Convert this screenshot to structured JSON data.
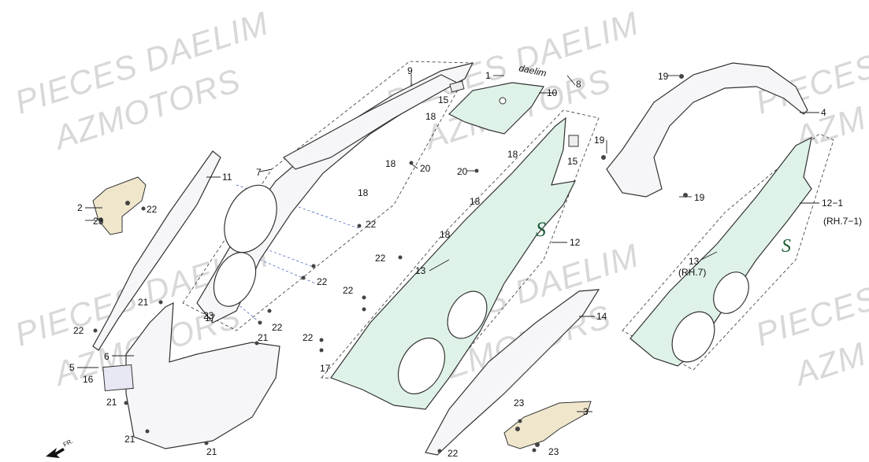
{
  "watermarks": [
    "PIECES DAELIM",
    "AZMOTORS",
    "PIECES DAELIM",
    "AZMOTORS",
    "PIECES DAELIM",
    "AZMOTORS",
    "PIECES DAELIM",
    "AZMOTORS",
    "PIECES",
    "AZM",
    "PIECES",
    "AZM"
  ],
  "callouts": [
    "1",
    "2",
    "3",
    "4",
    "5",
    "6",
    "7",
    "8",
    "9",
    "10",
    "11",
    "12",
    "12−1",
    "(RH.7−1)",
    "13",
    "13",
    "(RH.7)",
    "14",
    "15",
    "15",
    "16",
    "17",
    "17",
    "18",
    "18",
    "18",
    "18",
    "18",
    "18",
    "19",
    "19",
    "19",
    "20",
    "20",
    "21",
    "21",
    "21",
    "21",
    "21",
    "22",
    "22",
    "22",
    "22",
    "22",
    "22",
    "22",
    "22",
    "22",
    "23",
    "23",
    "23",
    "23"
  ],
  "front_marker": {
    "label": "FR."
  },
  "decal_text": "daelim",
  "colors": {
    "green_panel": "#dff2e8",
    "white_panel": "#f6f6f8",
    "bracket": "#efe6cc",
    "watermark": "#d8d8d8"
  }
}
